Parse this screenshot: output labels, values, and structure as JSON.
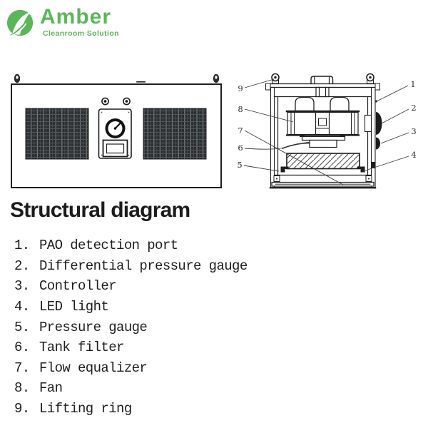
{
  "logo": {
    "brand": "Amber",
    "tagline": "Cleanroom Solution",
    "brand_green": "#5cb658"
  },
  "heading": "Structural diagram",
  "diagram": {
    "line_color": "#1f1f1f",
    "callouts": [
      "1",
      "2",
      "3",
      "4",
      "5",
      "6",
      "7",
      "8",
      "9"
    ]
  },
  "parts": [
    {
      "num": "1.",
      "label": "PAO detection port"
    },
    {
      "num": "2.",
      "label": "Differential pressure gauge"
    },
    {
      "num": "3.",
      "label": "Controller"
    },
    {
      "num": "4.",
      "label": "LED light"
    },
    {
      "num": "5.",
      "label": "Pressure gauge"
    },
    {
      "num": "6.",
      "label": "Tank filter"
    },
    {
      "num": "7.",
      "label": "Flow equalizer"
    },
    {
      "num": "8.",
      "label": "Fan"
    },
    {
      "num": "9.",
      "label": "Lifting ring"
    }
  ]
}
